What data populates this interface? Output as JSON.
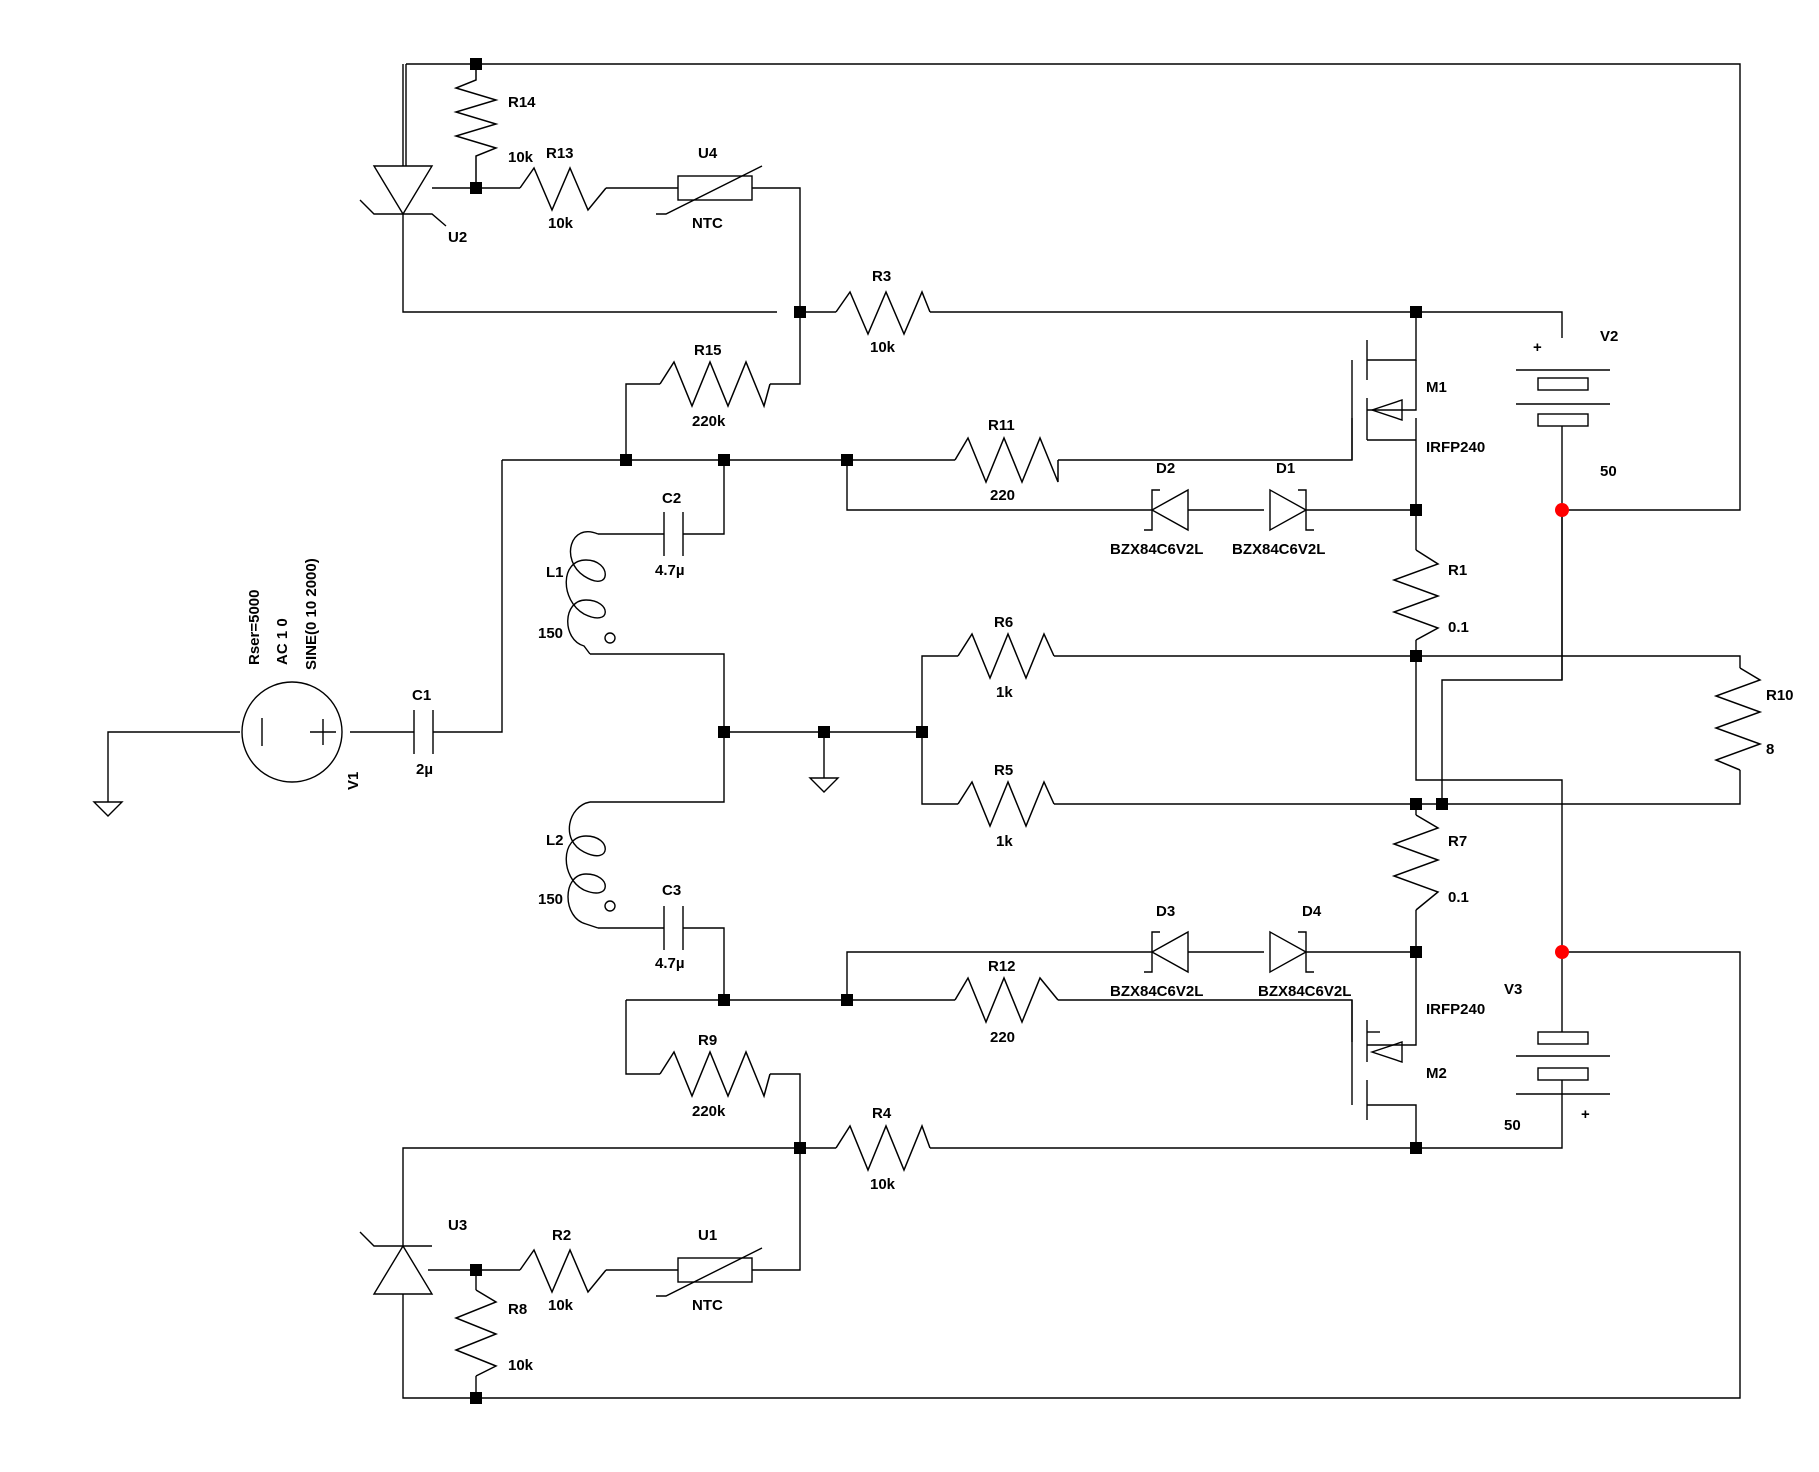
{
  "components": {
    "R14": {
      "ref": "R14",
      "value": "10k"
    },
    "R13": {
      "ref": "R13",
      "value": "10k"
    },
    "U4": {
      "ref": "U4",
      "value": "NTC"
    },
    "U2": {
      "ref": "U2"
    },
    "R3": {
      "ref": "R3",
      "value": "10k"
    },
    "R15": {
      "ref": "R15",
      "value": "220k"
    },
    "R11": {
      "ref": "R11",
      "value": "220"
    },
    "D2": {
      "ref": "D2",
      "value": "BZX84C6V2L"
    },
    "D1": {
      "ref": "D1",
      "value": "BZX84C6V2L"
    },
    "M1": {
      "ref": "M1",
      "value": "IRFP240"
    },
    "V2": {
      "ref": "V2",
      "value": "50",
      "plus": "+"
    },
    "C2": {
      "ref": "C2",
      "value": "4.7µ"
    },
    "L1": {
      "ref": "L1",
      "value": "150"
    },
    "R1": {
      "ref": "R1",
      "value": "0.1"
    },
    "R6": {
      "ref": "R6",
      "value": "1k"
    },
    "R10": {
      "ref": "R10",
      "value": "8"
    },
    "V1": {
      "ref": "V1",
      "params": [
        "Rser=5000",
        "AC 1 0",
        "SINE(0 10 2000)"
      ]
    },
    "C1": {
      "ref": "C1",
      "value": "2µ"
    },
    "R5": {
      "ref": "R5",
      "value": "1k"
    },
    "L2": {
      "ref": "L2",
      "value": "150"
    },
    "C3": {
      "ref": "C3",
      "value": "4.7µ"
    },
    "R7": {
      "ref": "R7",
      "value": "0.1"
    },
    "D3": {
      "ref": "D3",
      "value": "BZX84C6V2L"
    },
    "D4": {
      "ref": "D4",
      "value": "BZX84C6V2L"
    },
    "R12": {
      "ref": "R12",
      "value": "220"
    },
    "M2": {
      "ref": "M2",
      "value": "IRFP240"
    },
    "V3": {
      "ref": "V3",
      "value": "50",
      "plus": "+"
    },
    "R9": {
      "ref": "R9",
      "value": "220k"
    },
    "R4": {
      "ref": "R4",
      "value": "10k"
    },
    "U3": {
      "ref": "U3"
    },
    "R2": {
      "ref": "R2",
      "value": "10k"
    },
    "U1": {
      "ref": "U1",
      "value": "NTC"
    },
    "R8": {
      "ref": "R8",
      "value": "10k"
    }
  }
}
